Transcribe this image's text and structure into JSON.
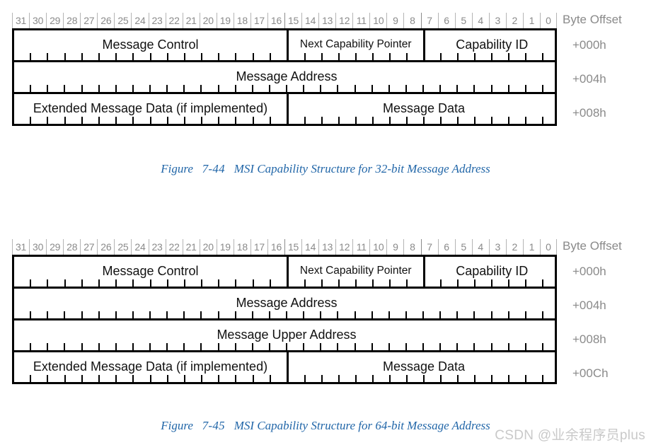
{
  "bit_numbers": [
    "31",
    "30",
    "29",
    "28",
    "27",
    "26",
    "25",
    "24",
    "23",
    "22",
    "21",
    "20",
    "19",
    "18",
    "17",
    "16",
    "15",
    "14",
    "13",
    "12",
    "11",
    "10",
    "9",
    "8",
    "7",
    "6",
    "5",
    "4",
    "3",
    "2",
    "1",
    "0"
  ],
  "colors": {
    "caption": "#2166a8",
    "bit_number": "#8a8a8a",
    "offset": "#8a8a8a",
    "border": "#000000",
    "watermark": "#c9c9c9"
  },
  "figures": [
    {
      "id": "figure-7-44",
      "offset_header": "Byte Offset",
      "offsets": [
        "+000h",
        "+004h",
        "+008h"
      ],
      "rows": [
        {
          "offset": "+000h",
          "fields": [
            {
              "label": "Message Control",
              "bits": 16,
              "size": "large"
            },
            {
              "label": "Next Capability Pointer",
              "bits": 8,
              "size": "small"
            },
            {
              "label": "Capability ID",
              "bits": 8,
              "size": "large"
            }
          ]
        },
        {
          "offset": "+004h",
          "fields": [
            {
              "label": "Message Address",
              "bits": 32,
              "size": "large"
            }
          ]
        },
        {
          "offset": "+008h",
          "fields": [
            {
              "label": "Extended Message Data (if implemented)",
              "bits": 16,
              "size": "large"
            },
            {
              "label": "Message Data",
              "bits": 16,
              "size": "large"
            }
          ]
        }
      ],
      "caption": {
        "prefix": "Figure",
        "number": "7-44",
        "title": "MSI Capability Structure for 32-bit Message Address"
      }
    },
    {
      "id": "figure-7-45",
      "offset_header": "Byte Offset",
      "offsets": [
        "+000h",
        "+004h",
        "+008h",
        "+00Ch"
      ],
      "rows": [
        {
          "offset": "+000h",
          "fields": [
            {
              "label": "Message Control",
              "bits": 16,
              "size": "large"
            },
            {
              "label": "Next Capability Pointer",
              "bits": 8,
              "size": "small"
            },
            {
              "label": "Capability ID",
              "bits": 8,
              "size": "large"
            }
          ]
        },
        {
          "offset": "+004h",
          "fields": [
            {
              "label": "Message Address",
              "bits": 32,
              "size": "large"
            }
          ]
        },
        {
          "offset": "+008h",
          "fields": [
            {
              "label": "Message Upper Address",
              "bits": 32,
              "size": "large"
            }
          ]
        },
        {
          "offset": "+00Ch",
          "fields": [
            {
              "label": "Extended Message Data (if implemented)",
              "bits": 16,
              "size": "large"
            },
            {
              "label": "Message Data",
              "bits": 16,
              "size": "large"
            }
          ]
        }
      ],
      "caption": {
        "prefix": "Figure",
        "number": "7-45",
        "title": "MSI Capability Structure for 64-bit Message Address"
      }
    }
  ],
  "watermark": "CSDN @业余程序员plus"
}
